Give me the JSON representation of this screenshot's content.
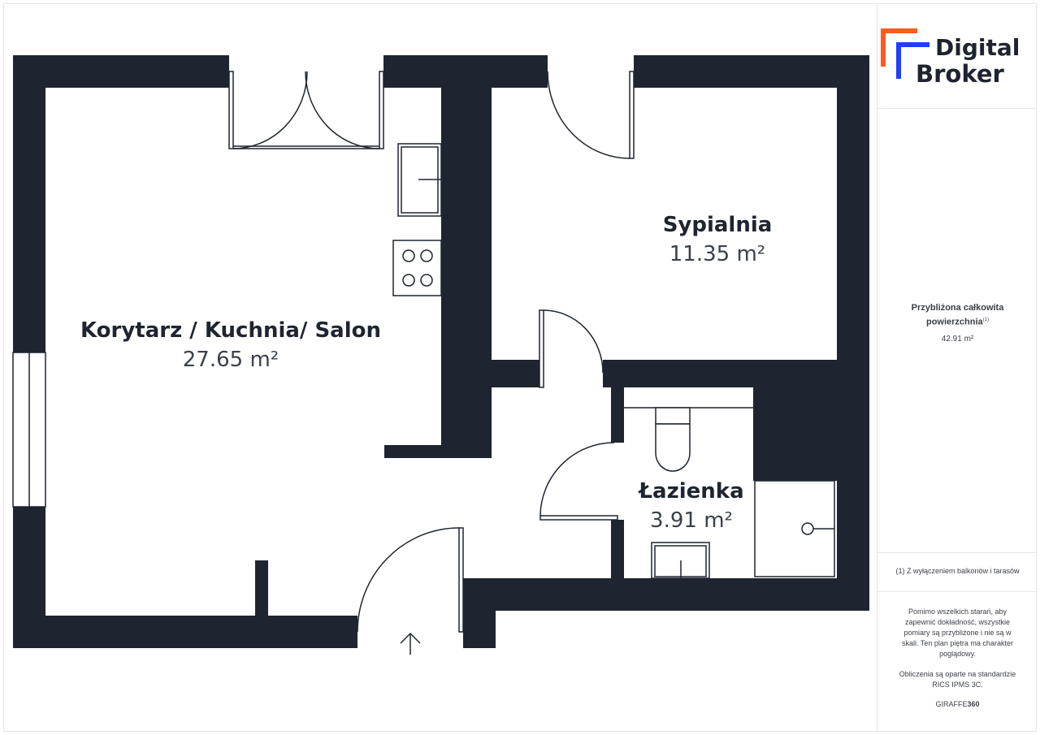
{
  "brand": {
    "word1": "Digital",
    "word2": "Broker",
    "accent_orange": "#ff5a1f",
    "accent_blue": "#1f3cff",
    "text_color": "#1f2330"
  },
  "colors": {
    "wall": "#1e2530",
    "fixture_line": "#1e2530",
    "background": "#ffffff"
  },
  "rooms": [
    {
      "name": "Korytarz / Kuchnia/ Salon",
      "area": "27.65 m²"
    },
    {
      "name": "Sypialnia",
      "area": "11.35 m²"
    },
    {
      "name": "Łazienka",
      "area": "3.91 m²"
    }
  ],
  "entrance": {
    "icon": "arrow-up-icon"
  },
  "sidebar": {
    "total_label": "Przybliżona całkowita powierzchnia",
    "total_footnote_mark": "(1)",
    "total_area": "42.91 m²",
    "footnote": "(1) Z wyłączeniem balkonów i tarasów",
    "disclaimer": "Pomimo wszelkich starań, aby zapewnić dokładność, wszystkie pomiary są przybliżone i nie są w skali. Ten plan piętra ma charakter poglądowy.",
    "standard": "Obliczenia są oparte na standardzie RICS IPMS 3C.",
    "credit_light": "GIRAFFE",
    "credit_bold": "360"
  }
}
